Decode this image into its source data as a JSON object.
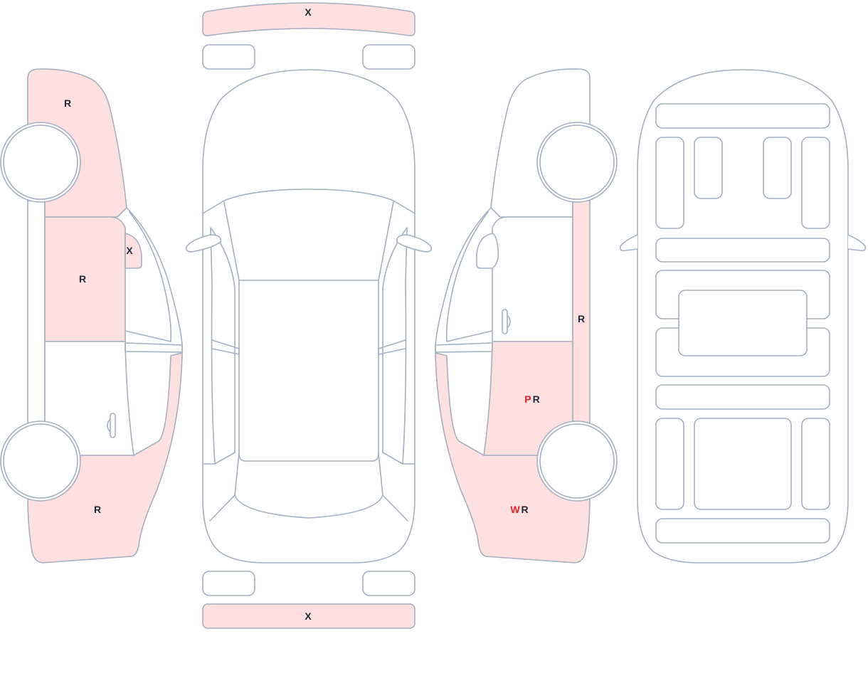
{
  "colors": {
    "damaged_fill": "#fde0df",
    "outline": "#a5afbf",
    "code_text": "#1f2937",
    "code_highlight": "#e02424"
  },
  "damage_marks": {
    "front_bumper": "X",
    "rear_bumper": "X",
    "left_front_fender": "R",
    "left_mirror": "X",
    "left_front_door": "R",
    "left_rear_quarter": "R",
    "right_front_fender": "R",
    "right_rear_door_p": "P",
    "right_rear_door_r": "R",
    "right_rear_quarter_w": "W",
    "right_rear_quarter_r": "R"
  }
}
